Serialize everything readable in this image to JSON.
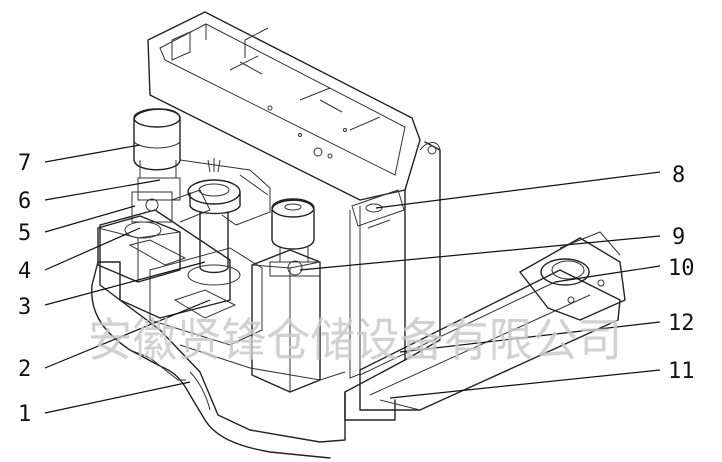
{
  "watermark": "安徽贤锋仓储设备有限公司",
  "callouts": {
    "c1": "1",
    "c2": "2",
    "c3": "3",
    "c4": "4",
    "c5": "5",
    "c6": "6",
    "c7": "7",
    "c8": "8",
    "c9": "9",
    "c10": "10",
    "c11": "11",
    "c12": "12"
  }
}
